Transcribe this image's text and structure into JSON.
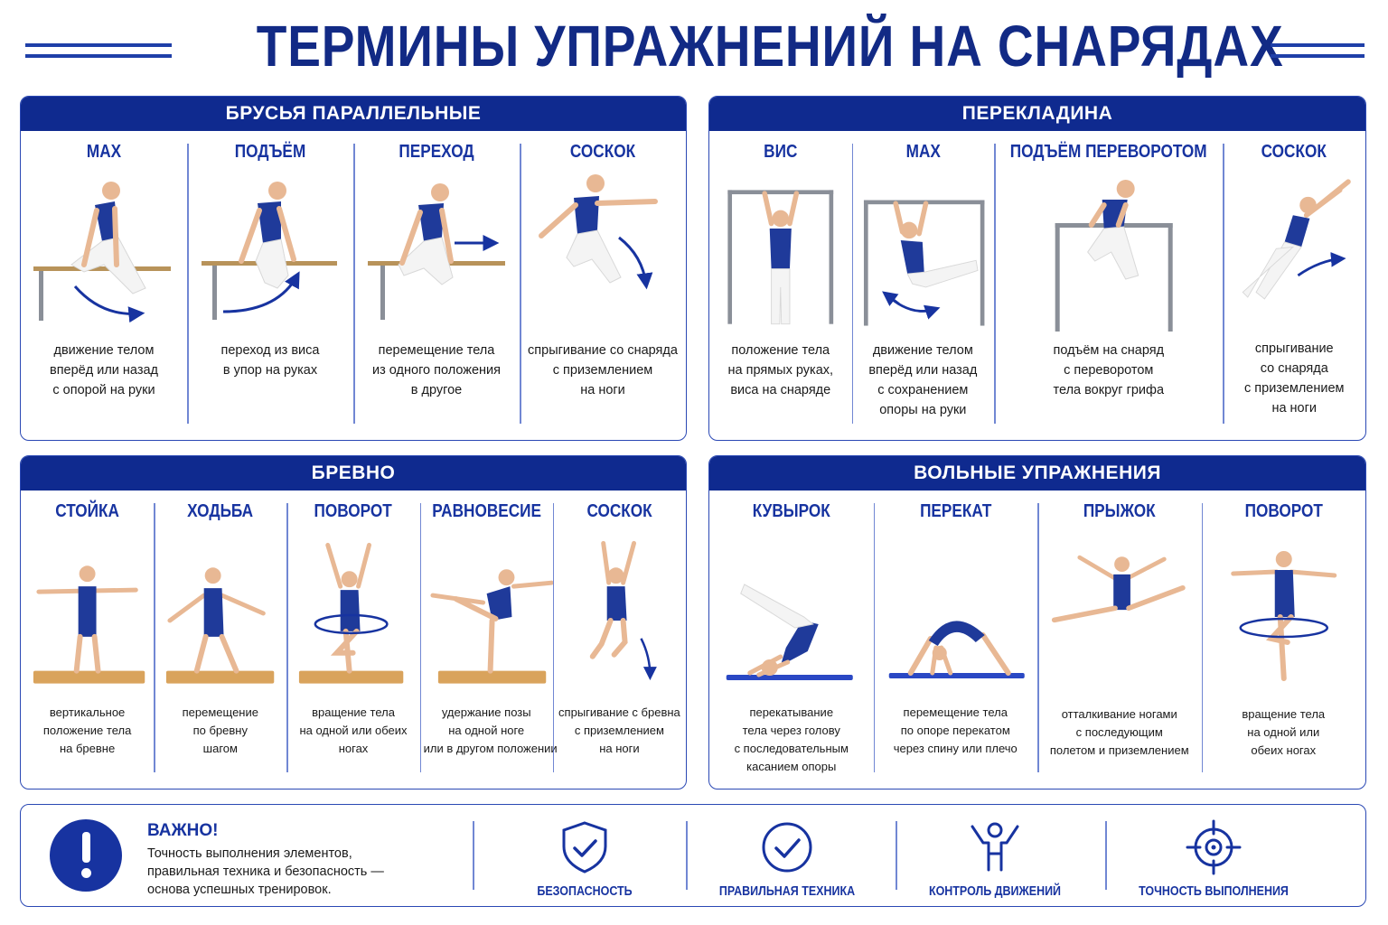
{
  "title": "ТЕРМИНЫ УПРАЖНЕНИЙ НА СНАРЯДАХ",
  "colors": {
    "brand": "#0f2a8f",
    "accent": "#1733a0",
    "beam": "#d9a35c",
    "mat": "#2a48c4"
  },
  "panels": {
    "bars": {
      "title": "БРУСЬЯ ПАРАЛЛЕЛЬНЫЕ",
      "items": [
        {
          "title": "МАХ",
          "lines": [
            "движение телом",
            "вперёд или назад",
            "с опорой на руки"
          ]
        },
        {
          "title": "ПОДЪЁМ",
          "lines": [
            "переход из виса",
            "в упор на руках"
          ]
        },
        {
          "title": "ПЕРЕХОД",
          "lines": [
            "перемещение тела",
            "из одного положения",
            "в другое"
          ]
        },
        {
          "title": "СОСКОК",
          "lines": [
            "спрыгивание со снаряда",
            "с приземлением",
            "на ноги"
          ]
        }
      ]
    },
    "highbar": {
      "title": "ПЕРЕКЛАДИНА",
      "items": [
        {
          "title": "ВИС",
          "lines": [
            "положение тела",
            "на прямых руках,",
            "виса на снаряде"
          ]
        },
        {
          "title": "МАХ",
          "lines": [
            "движение телом",
            "вперёд или назад",
            "с сохранением",
            "опоры на руки"
          ]
        },
        {
          "title": "ПОДЪЁМ ПЕРЕВОРОТОМ",
          "lines": [
            "подъём на снаряд",
            "с переворотом",
            "тела вокруг грифа"
          ]
        },
        {
          "title": "СОСКОК",
          "lines": [
            "спрыгивание",
            "со снаряда",
            "с приземлением",
            "на ноги"
          ]
        }
      ]
    },
    "beam": {
      "title": "БРЕВНО",
      "items": [
        {
          "title": "СТОЙКА",
          "lines": [
            "вертикальное",
            "положение тела",
            "на бревне"
          ]
        },
        {
          "title": "ХОДЬБА",
          "lines": [
            "перемещение",
            "по бревну",
            "шагом"
          ]
        },
        {
          "title": "ПОВОРОТ",
          "lines": [
            "вращение тела",
            "на одной или обеих",
            "ногах"
          ]
        },
        {
          "title": "РАВНОВЕСИЕ",
          "lines": [
            "удержание позы",
            "на одной ноге",
            "или в другом положении"
          ]
        },
        {
          "title": "СОСКОК",
          "lines": [
            "спрыгивание с бревна",
            "с приземлением",
            "на ноги"
          ]
        }
      ]
    },
    "floor": {
      "title": "ВОЛЬНЫЕ УПРАЖНЕНИЯ",
      "items": [
        {
          "title": "КУВЫРОК",
          "lines": [
            "перекатывание",
            "тела через голову",
            "с последовательным",
            "касанием опоры"
          ]
        },
        {
          "title": "ПЕРЕКАТ",
          "lines": [
            "перемещение тела",
            "по опоре перекатом",
            "через спину или плечо"
          ]
        },
        {
          "title": "ПРЫЖОК",
          "lines": [
            "отталкивание ногами",
            "с последующим",
            "полетом и приземлением"
          ]
        },
        {
          "title": "ПОВОРОТ",
          "lines": [
            "вращение тела",
            "на одной или",
            "обеих ногах"
          ]
        }
      ]
    }
  },
  "footer": {
    "warning_title": "ВАЖНО!",
    "warning_lines": [
      "Точность выполнения элементов,",
      "правильная техника и безопасность —",
      "основа успешных тренировок."
    ],
    "items": [
      {
        "label": "БЕЗОПАСНОСТЬ",
        "icon": "shield-check-icon"
      },
      {
        "label": "ПРАВИЛЬНАЯ ТЕХНИКА",
        "icon": "circle-check-icon"
      },
      {
        "label": "КОНТРОЛЬ ДВИЖЕНИЙ",
        "icon": "person-arms-up-icon"
      },
      {
        "label": "ТОЧНОСТЬ ВЫПОЛНЕНИЯ",
        "icon": "crosshair-icon"
      }
    ]
  }
}
